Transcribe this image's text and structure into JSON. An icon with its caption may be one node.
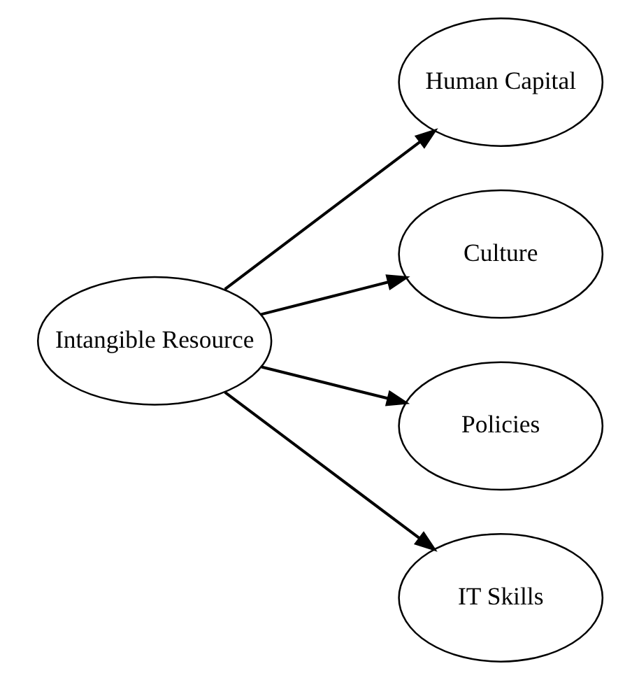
{
  "diagram": {
    "nodes": [
      {
        "text": [
          "Intangible Resource"
        ]
      },
      {
        "text": [
          "Human Capital"
        ]
      },
      {
        "text": [
          "Culture"
        ]
      },
      {
        "text": [
          "Policies"
        ]
      },
      {
        "text": [
          "IT Skills"
        ]
      }
    ],
    "edges": [
      {
        "from": 0,
        "to": 1,
        "arrow": "to"
      },
      {
        "from": 0,
        "to": 2,
        "arrow": "to"
      },
      {
        "from": 0,
        "to": 3,
        "arrow": "to"
      },
      {
        "from": 0,
        "to": 4,
        "arrow": "to"
      }
    ]
  }
}
